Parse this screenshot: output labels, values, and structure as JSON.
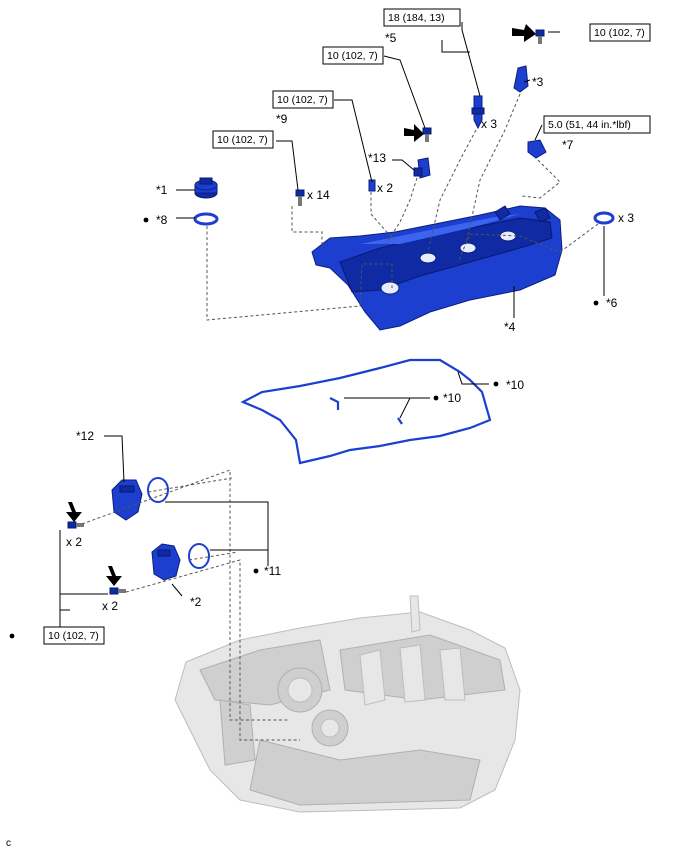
{
  "labels": {
    "l1": "*1",
    "l2": "*2",
    "l3": "*3",
    "l4": "*4",
    "l5": "*5",
    "l6": "*6",
    "l7": "*7",
    "l8": "*8",
    "l9": "*9",
    "l10a": "*10",
    "l10b": "*10",
    "l11": "*11",
    "l12": "*12",
    "l13": "*13",
    "corner": "c"
  },
  "qty": {
    "x3_plugs": "x 3",
    "x3_rings": "x 3",
    "x14": "x 14",
    "x2_mid": "x 2",
    "x2_top": "x 2",
    "x2_bot": "x 2"
  },
  "torque": {
    "t18": "18 (184, 13)",
    "t10_top_right": "10 (102, 7)",
    "t10_5": "10 (102, 7)",
    "t10_mid": "10 (102, 7)",
    "t10_left": "10 (102, 7)",
    "t5": "5.0 (51, 44 in.*lbf)",
    "t10_bottom": "10 (102, 7)"
  },
  "colors": {
    "part": "#1d3fd0",
    "engine": "#e7e7e7"
  }
}
